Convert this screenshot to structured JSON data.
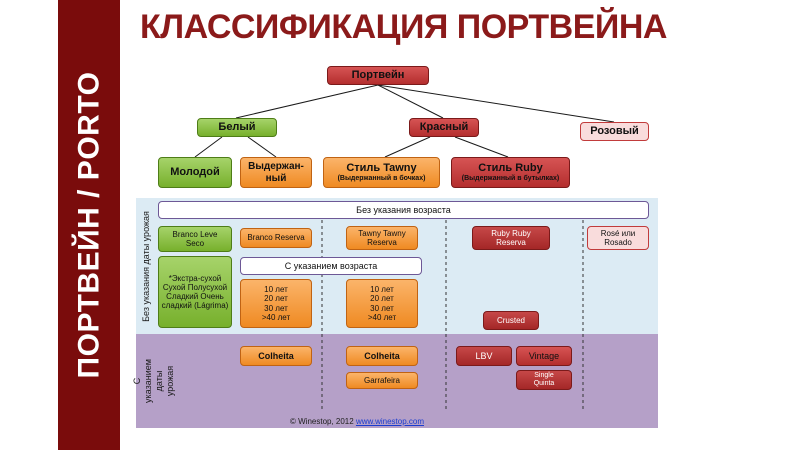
{
  "sidebar": {
    "text": "ПОРТВЕЙН / PORTO"
  },
  "title": "КЛАССИФИКАЦИЯ ПОРТВЕЙНА",
  "tree": {
    "root": "Портвейн",
    "white": "Белый",
    "red": "Красный",
    "rose": "Розовый",
    "young": "Молодой",
    "aged": "Выдержан-ный",
    "tawny": {
      "title": "Стиль Tawny",
      "subtitle": "(Выдержанный в бочках)"
    },
    "ruby": {
      "title": "Стиль Ruby",
      "subtitle": "(Выдержанный в бутылках)"
    }
  },
  "bands": {
    "no_vintage_label": "Без указания даты урожая",
    "vintage_label": "С указанием даты урожая"
  },
  "headers": {
    "no_age": "Без указания возраста",
    "with_age": "С указанием возраста"
  },
  "boxes": {
    "branco_leve": "Branco Leve Seco",
    "branco_reserva": "Branco Reserva",
    "tawny_reserva": "Tawny Tawny Reserva",
    "ruby_reserva": "Ruby Ruby Reserva",
    "rose_rosado": "Rosé  или Rosado",
    "white_sweetness": "*Экстра-сухой Сухой Полусухой Сладкий Очень сладкий (Lágrima)",
    "white_ages": "10 лет 20 лет 30 лет >40 лет",
    "tawny_ages": "10 лет 20 лет 30 лет >40 лет",
    "crusted": "Crusted",
    "colheita_white": "Colheita",
    "colheita_tawny": "Colheita",
    "garrafeira": "Garrafeira",
    "lbv": "LBV",
    "vintage": "Vintage",
    "single_quinta": "Single Quinta"
  },
  "footer": {
    "text": "© Winestop, 2012",
    "link": "www.winestop.com"
  },
  "colors": {
    "sidebar": "#7a0c0c",
    "title": "#8b1a1a",
    "band_top": "#dcebf4",
    "band_bottom": "#b5a0c8",
    "red_box": "#b42e2e",
    "green_box": "#77b02c",
    "orange_box": "#ef8a22",
    "pink_box": "#f9dcdc"
  }
}
